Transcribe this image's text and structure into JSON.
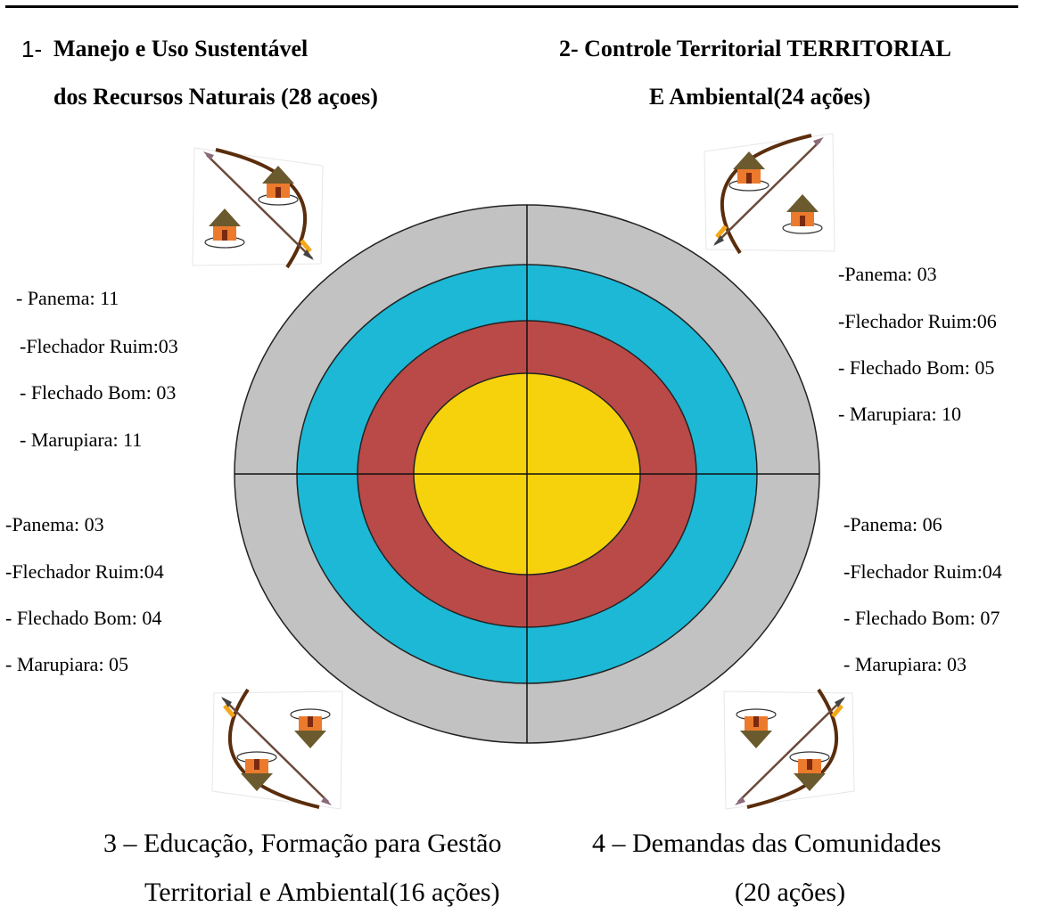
{
  "quadrants": [
    {
      "id": "q1",
      "number": "1-",
      "title_line1": "Manejo e Uso Sustentável",
      "title_line2": "dos Recursos Naturais (28 açoes)",
      "stats": [
        " - Panema: 11",
        "-Flechador Ruim:03",
        " - Flechado Bom: 03",
        " - Marupiara: 11"
      ]
    },
    {
      "id": "q2",
      "title_line1": "2- Controle Territorial TERRITORIAL",
      "title_line2": "E Ambiental(24 ações)",
      "stats": [
        "-Panema: 03",
        "-Flechador Ruim:06",
        "- Flechado Bom: 05",
        "- Marupiara: 10"
      ]
    },
    {
      "id": "q3",
      "title_line1": "3 – Educação, Formação para Gestão",
      "title_line2": "Territorial e Ambiental(16 ações)",
      "stats": [
        "-Panema: 03",
        "-Flechador Ruim:04",
        "- Flechado Bom: 04",
        "- Marupiara: 05"
      ]
    },
    {
      "id": "q4",
      "title_line1": "4 – Demandas das Comunidades",
      "title_line2": "(20 ações)",
      "stats": [
        "-Panema: 06",
        "-Flechador Ruim:04",
        "- Flechado Bom: 07",
        "- Marupiara: 03"
      ]
    }
  ],
  "colors": {
    "ring_outer": "#c2c2c2",
    "ring_blue": "#1cb8d6",
    "ring_red": "#b94a48",
    "ring_center": "#f5d20c",
    "bow": "#5a2d0c",
    "hut_wall": "#ec7a2c",
    "hut_roof": "#6b5a2e"
  }
}
